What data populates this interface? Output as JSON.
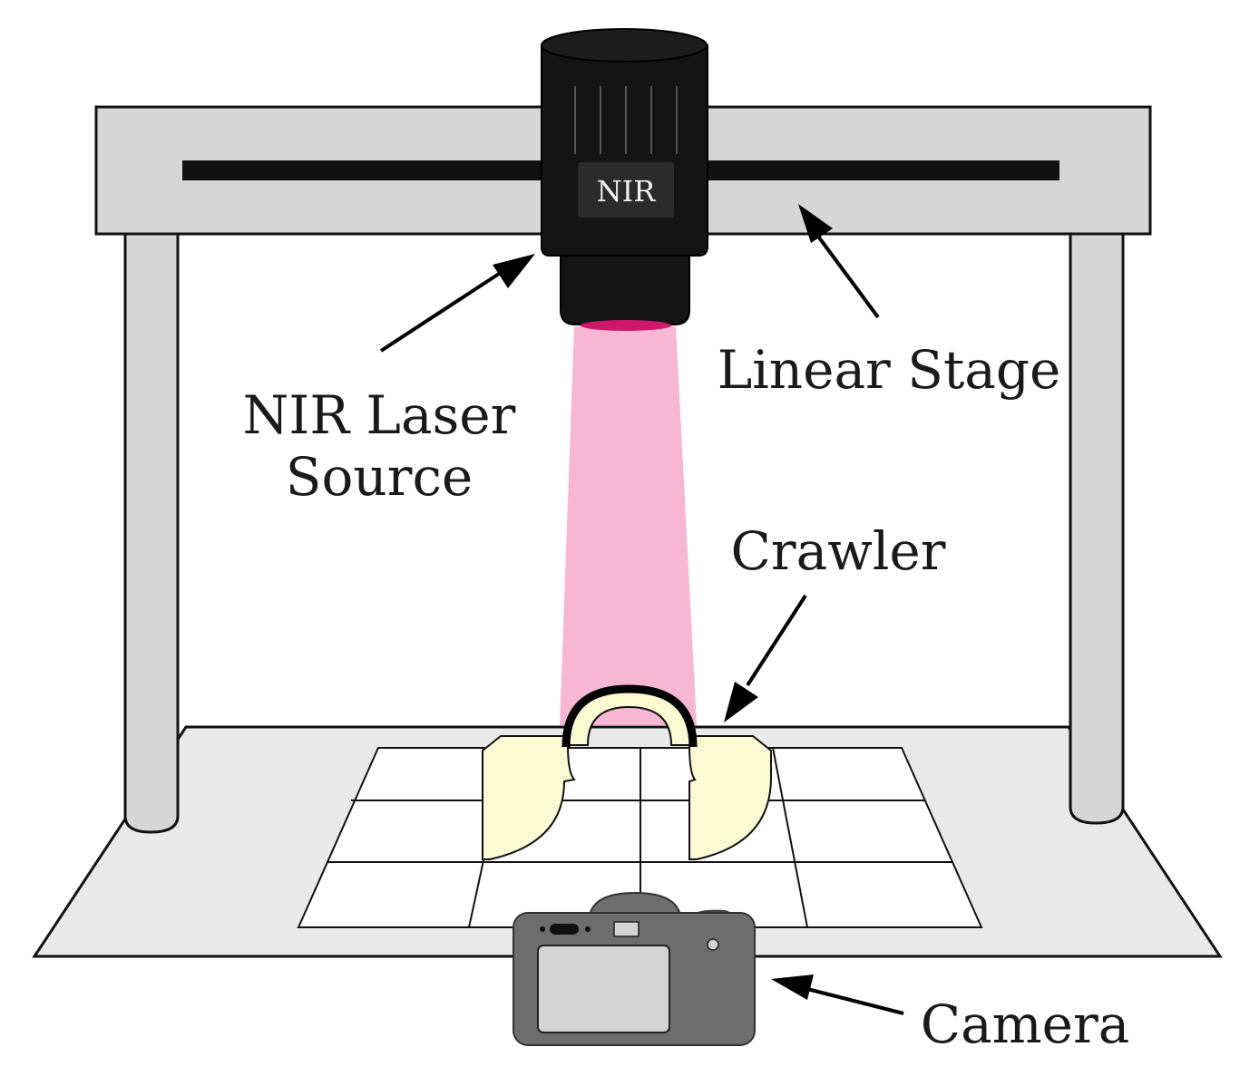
{
  "labels": {
    "laser_body": "NIR",
    "linear_stage": "Linear Stage",
    "laser_source_line1": "NIR Laser",
    "laser_source_line2": "Source",
    "crawler": "Crawler",
    "camera": "Camera"
  },
  "colors": {
    "frame": "#d6d6d6",
    "platform": "#e9e9e9",
    "laser_body": "#141414",
    "laser_beam": "#f7b6d2",
    "laser_lens": "#d0186a",
    "crawler": "#fbfad2",
    "camera_body": "#6e6e6e",
    "camera_screen": "#d4d4d4"
  }
}
